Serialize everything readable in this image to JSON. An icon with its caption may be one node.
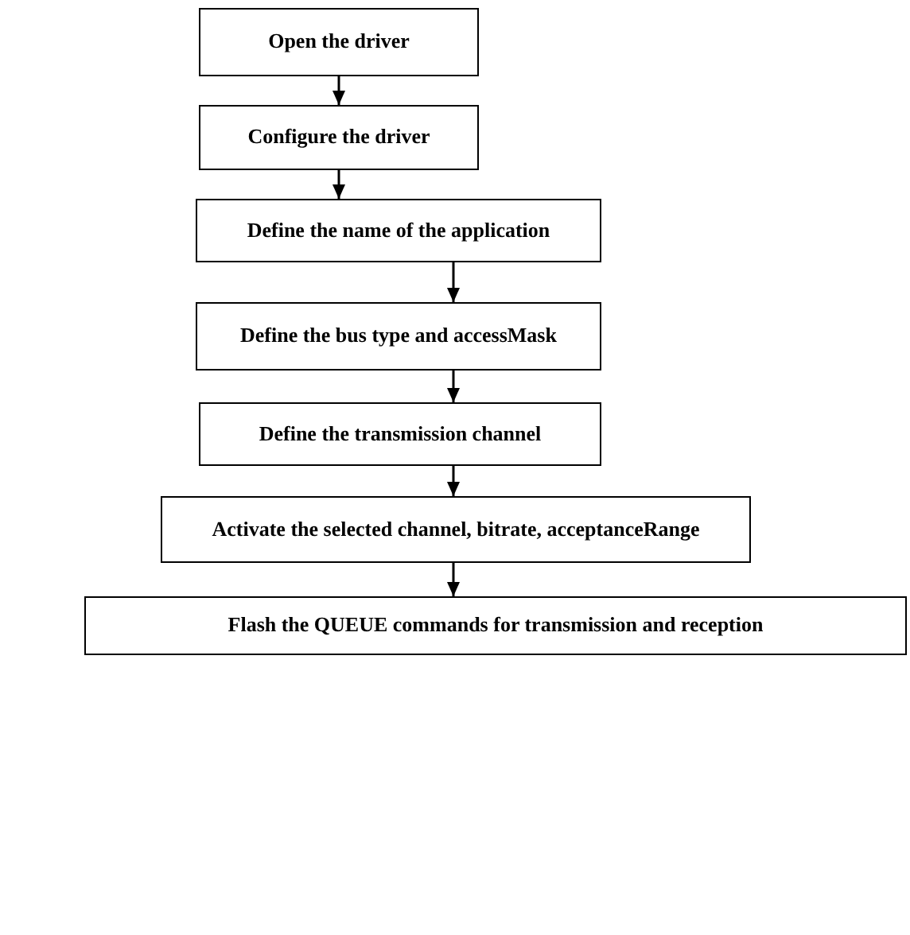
{
  "diagram": {
    "nodes": [
      {
        "text": [
          "Open the driver"
        ]
      },
      {
        "text": [
          "Configure the driver"
        ]
      },
      {
        "text": [
          "Define the name of the application"
        ]
      },
      {
        "text": [
          "Define the bus type and accessMask"
        ]
      },
      {
        "text": [
          "Define the transmission channel"
        ]
      },
      {
        "text": [
          "Activate the selected channel, bitrate, acceptanceRange"
        ]
      },
      {
        "text": [
          "Flash the QUEUE commands for transmission and reception"
        ]
      }
    ],
    "edges": [
      {
        "from": 0,
        "to": 1,
        "arrow": "to"
      },
      {
        "from": 1,
        "to": 2,
        "arrow": "to"
      },
      {
        "from": 2,
        "to": 3,
        "arrow": "to"
      },
      {
        "from": 3,
        "to": 4,
        "arrow": "to"
      },
      {
        "from": 4,
        "to": 5,
        "arrow": "to"
      },
      {
        "from": 5,
        "to": 6,
        "arrow": "to"
      }
    ]
  }
}
